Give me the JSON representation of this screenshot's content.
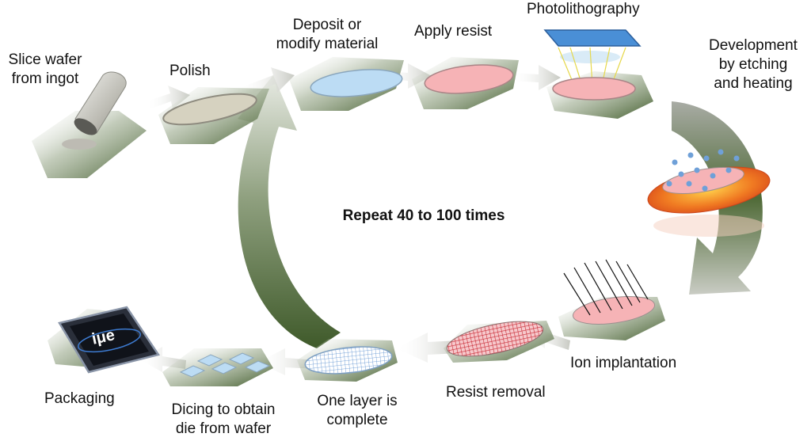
{
  "diagram": {
    "center_text": "Repeat 40 to 100 times",
    "steps": {
      "slice": [
        "Slice wafer",
        "from ingot"
      ],
      "polish": "Polish",
      "deposit": [
        "Deposit or",
        "modify material"
      ],
      "apply_resist": "Apply resist",
      "photolithography": "Photolithography",
      "development": [
        "Development",
        "by etching",
        "and heating"
      ],
      "ion_implantation": "Ion implantation",
      "resist_removal": "Resist removal",
      "layer_complete": [
        "One layer is",
        "complete"
      ],
      "dicing": [
        "Dicing to obtain",
        "die from wafer"
      ],
      "packaging": "Packaging"
    },
    "chip_logo_text": "iμe",
    "colors": {
      "leaf_dark": "#3f5a2a",
      "arrow_gray": "#b9bcb5",
      "wafer_blue": "#bcdcf4",
      "wafer_pink": "#f6b3b6",
      "wafer_beige": "#d6d2c0",
      "mask_blue": "#4a8fd6",
      "hot_orange": "#f07a22",
      "grid_red": "#d3303a"
    }
  }
}
